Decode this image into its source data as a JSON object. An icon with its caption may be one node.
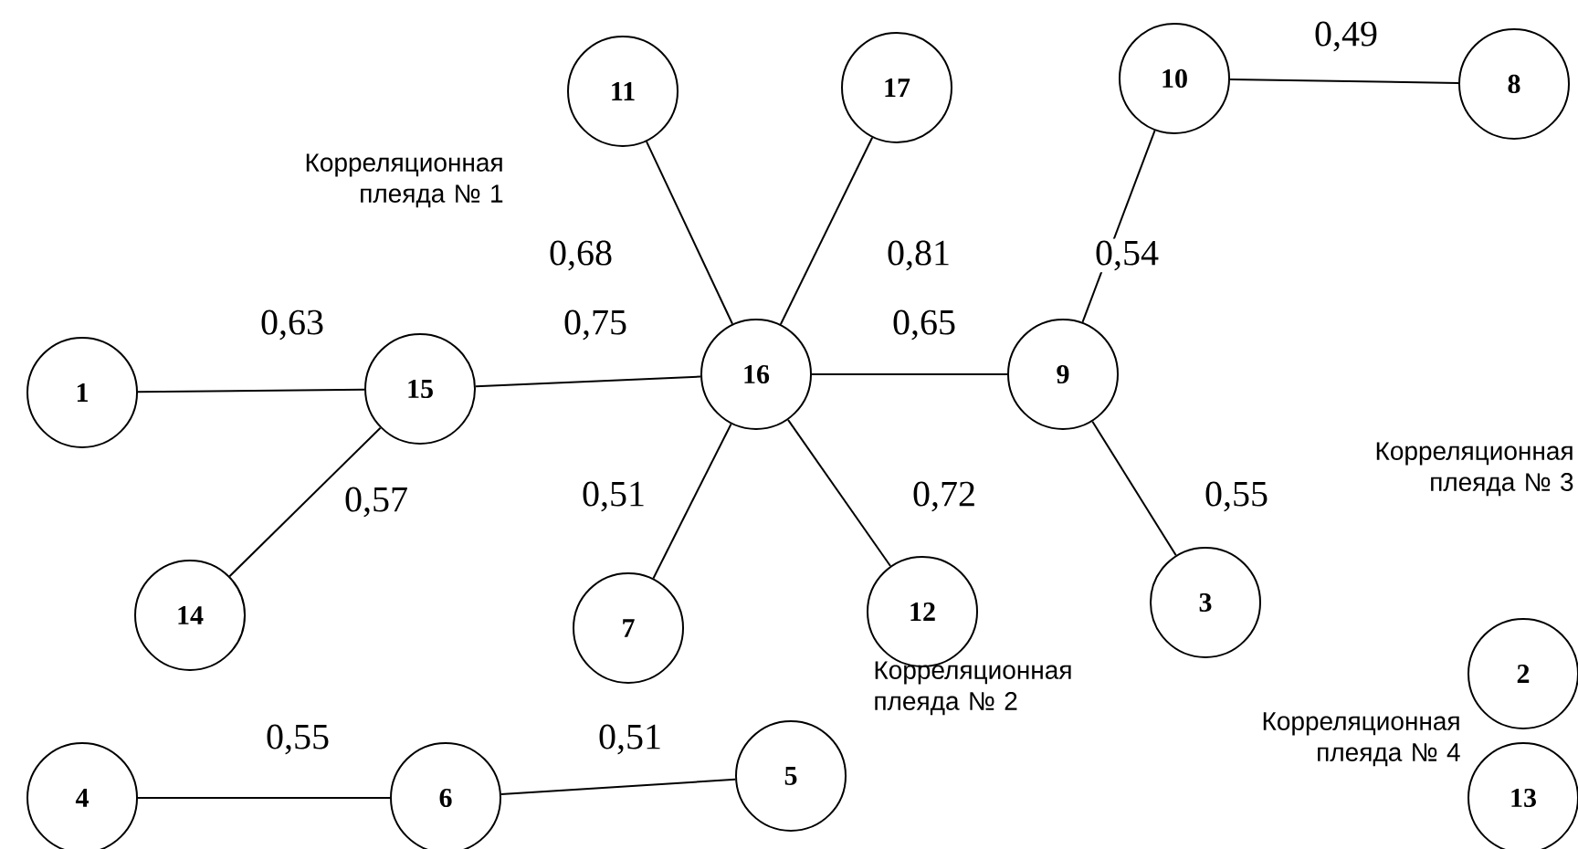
{
  "diagram": {
    "nodes": [
      {
        "text": [
          "11"
        ]
      },
      {
        "text": [
          "17"
        ]
      },
      {
        "text": [
          "10"
        ]
      },
      {
        "text": [
          "8"
        ]
      },
      {
        "text": [
          "1"
        ]
      },
      {
        "text": [
          "15"
        ]
      },
      {
        "text": [
          "16"
        ]
      },
      {
        "text": [
          "9"
        ]
      },
      {
        "text": [
          "14"
        ]
      },
      {
        "text": [
          "7"
        ]
      },
      {
        "text": [
          "12"
        ]
      },
      {
        "text": [
          "3"
        ]
      },
      {
        "text": [
          "2"
        ]
      },
      {
        "text": [
          "4"
        ]
      },
      {
        "text": [
          "6"
        ]
      },
      {
        "text": [
          "5"
        ]
      },
      {
        "text": [
          "13"
        ]
      }
    ],
    "edges": [
      {
        "from": 2,
        "to": 3,
        "arrow": "none",
        "label": "0,49"
      },
      {
        "from": 6,
        "to": 0,
        "arrow": "none",
        "label": "0,68"
      },
      {
        "from": 6,
        "to": 1,
        "arrow": "none",
        "label": "0,81"
      },
      {
        "from": 7,
        "to": 2,
        "arrow": "none",
        "label": "0,54"
      },
      {
        "from": 4,
        "to": 5,
        "arrow": "none",
        "label": "0,63"
      },
      {
        "from": 5,
        "to": 6,
        "arrow": "none",
        "label": "0,75"
      },
      {
        "from": 6,
        "to": 7,
        "arrow": "none",
        "label": "0,65"
      },
      {
        "from": 5,
        "to": 8,
        "arrow": "none",
        "label": "0,57"
      },
      {
        "from": 6,
        "to": 9,
        "arrow": "none",
        "label": "0,51"
      },
      {
        "from": 6,
        "to": 10,
        "arrow": "none",
        "label": "0,72"
      },
      {
        "from": 7,
        "to": 11,
        "arrow": "none",
        "label": "0,55"
      },
      {
        "from": 13,
        "to": 14,
        "arrow": "none",
        "label": "0,55"
      },
      {
        "from": 14,
        "to": 15,
        "arrow": "none",
        "label": "0,51"
      }
    ],
    "labels": [
      "Корреляционная плеяда № 1",
      "Корреляционная плеяда № 3",
      "Корреляционная плеяда № 2",
      "Корреляционная плеяда № 4"
    ]
  }
}
